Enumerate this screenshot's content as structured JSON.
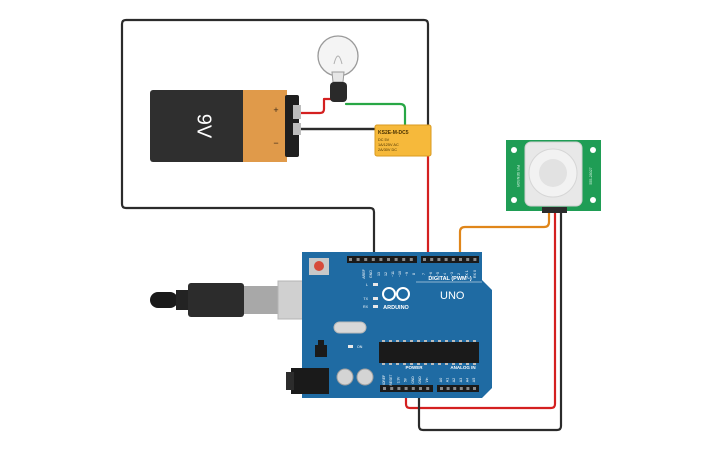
{
  "battery": {
    "label": "9V",
    "plus": "+",
    "minus": "−"
  },
  "relay": {
    "model": "KS2E-M-DC5",
    "lines": [
      "DC 5V",
      "1A/125V AC",
      "2A/30V DC"
    ]
  },
  "pir": {
    "left_text": "PIR SENSOR",
    "right_text": "555-28027"
  },
  "arduino": {
    "brand": "ARDUINO",
    "model": "UNO",
    "digital_label": "DIGITAL (PWM~)",
    "power_label": "POWER",
    "analog_label": "ANALOG IN",
    "aref": "AREF",
    "gnd": "GND",
    "pins_top": [
      "13",
      "12",
      "~11",
      "~10",
      "~9",
      "8",
      "7",
      "~6",
      "~5",
      "4",
      "~3",
      "2",
      "TX 1",
      "RX 0"
    ],
    "pins_power": [
      "IOREF",
      "RESET",
      "3.3V",
      "5V",
      "GND",
      "GND",
      "Vin"
    ],
    "pins_analog": [
      "A0",
      "A1",
      "A2",
      "A3",
      "A4",
      "A5"
    ],
    "leds": [
      "L",
      "TX",
      "RX"
    ],
    "on_led": "ON"
  },
  "colors": {
    "wire_black": "#2b2b2b",
    "wire_red": "#d42020",
    "wire_green": "#28a745",
    "wire_orange": "#e0861a",
    "board": "#1f6ba3",
    "pir_board": "#1f9d55",
    "relay": "#f6b93b",
    "battery_body": "#2f2f2f",
    "battery_label": "#e09a4a"
  }
}
